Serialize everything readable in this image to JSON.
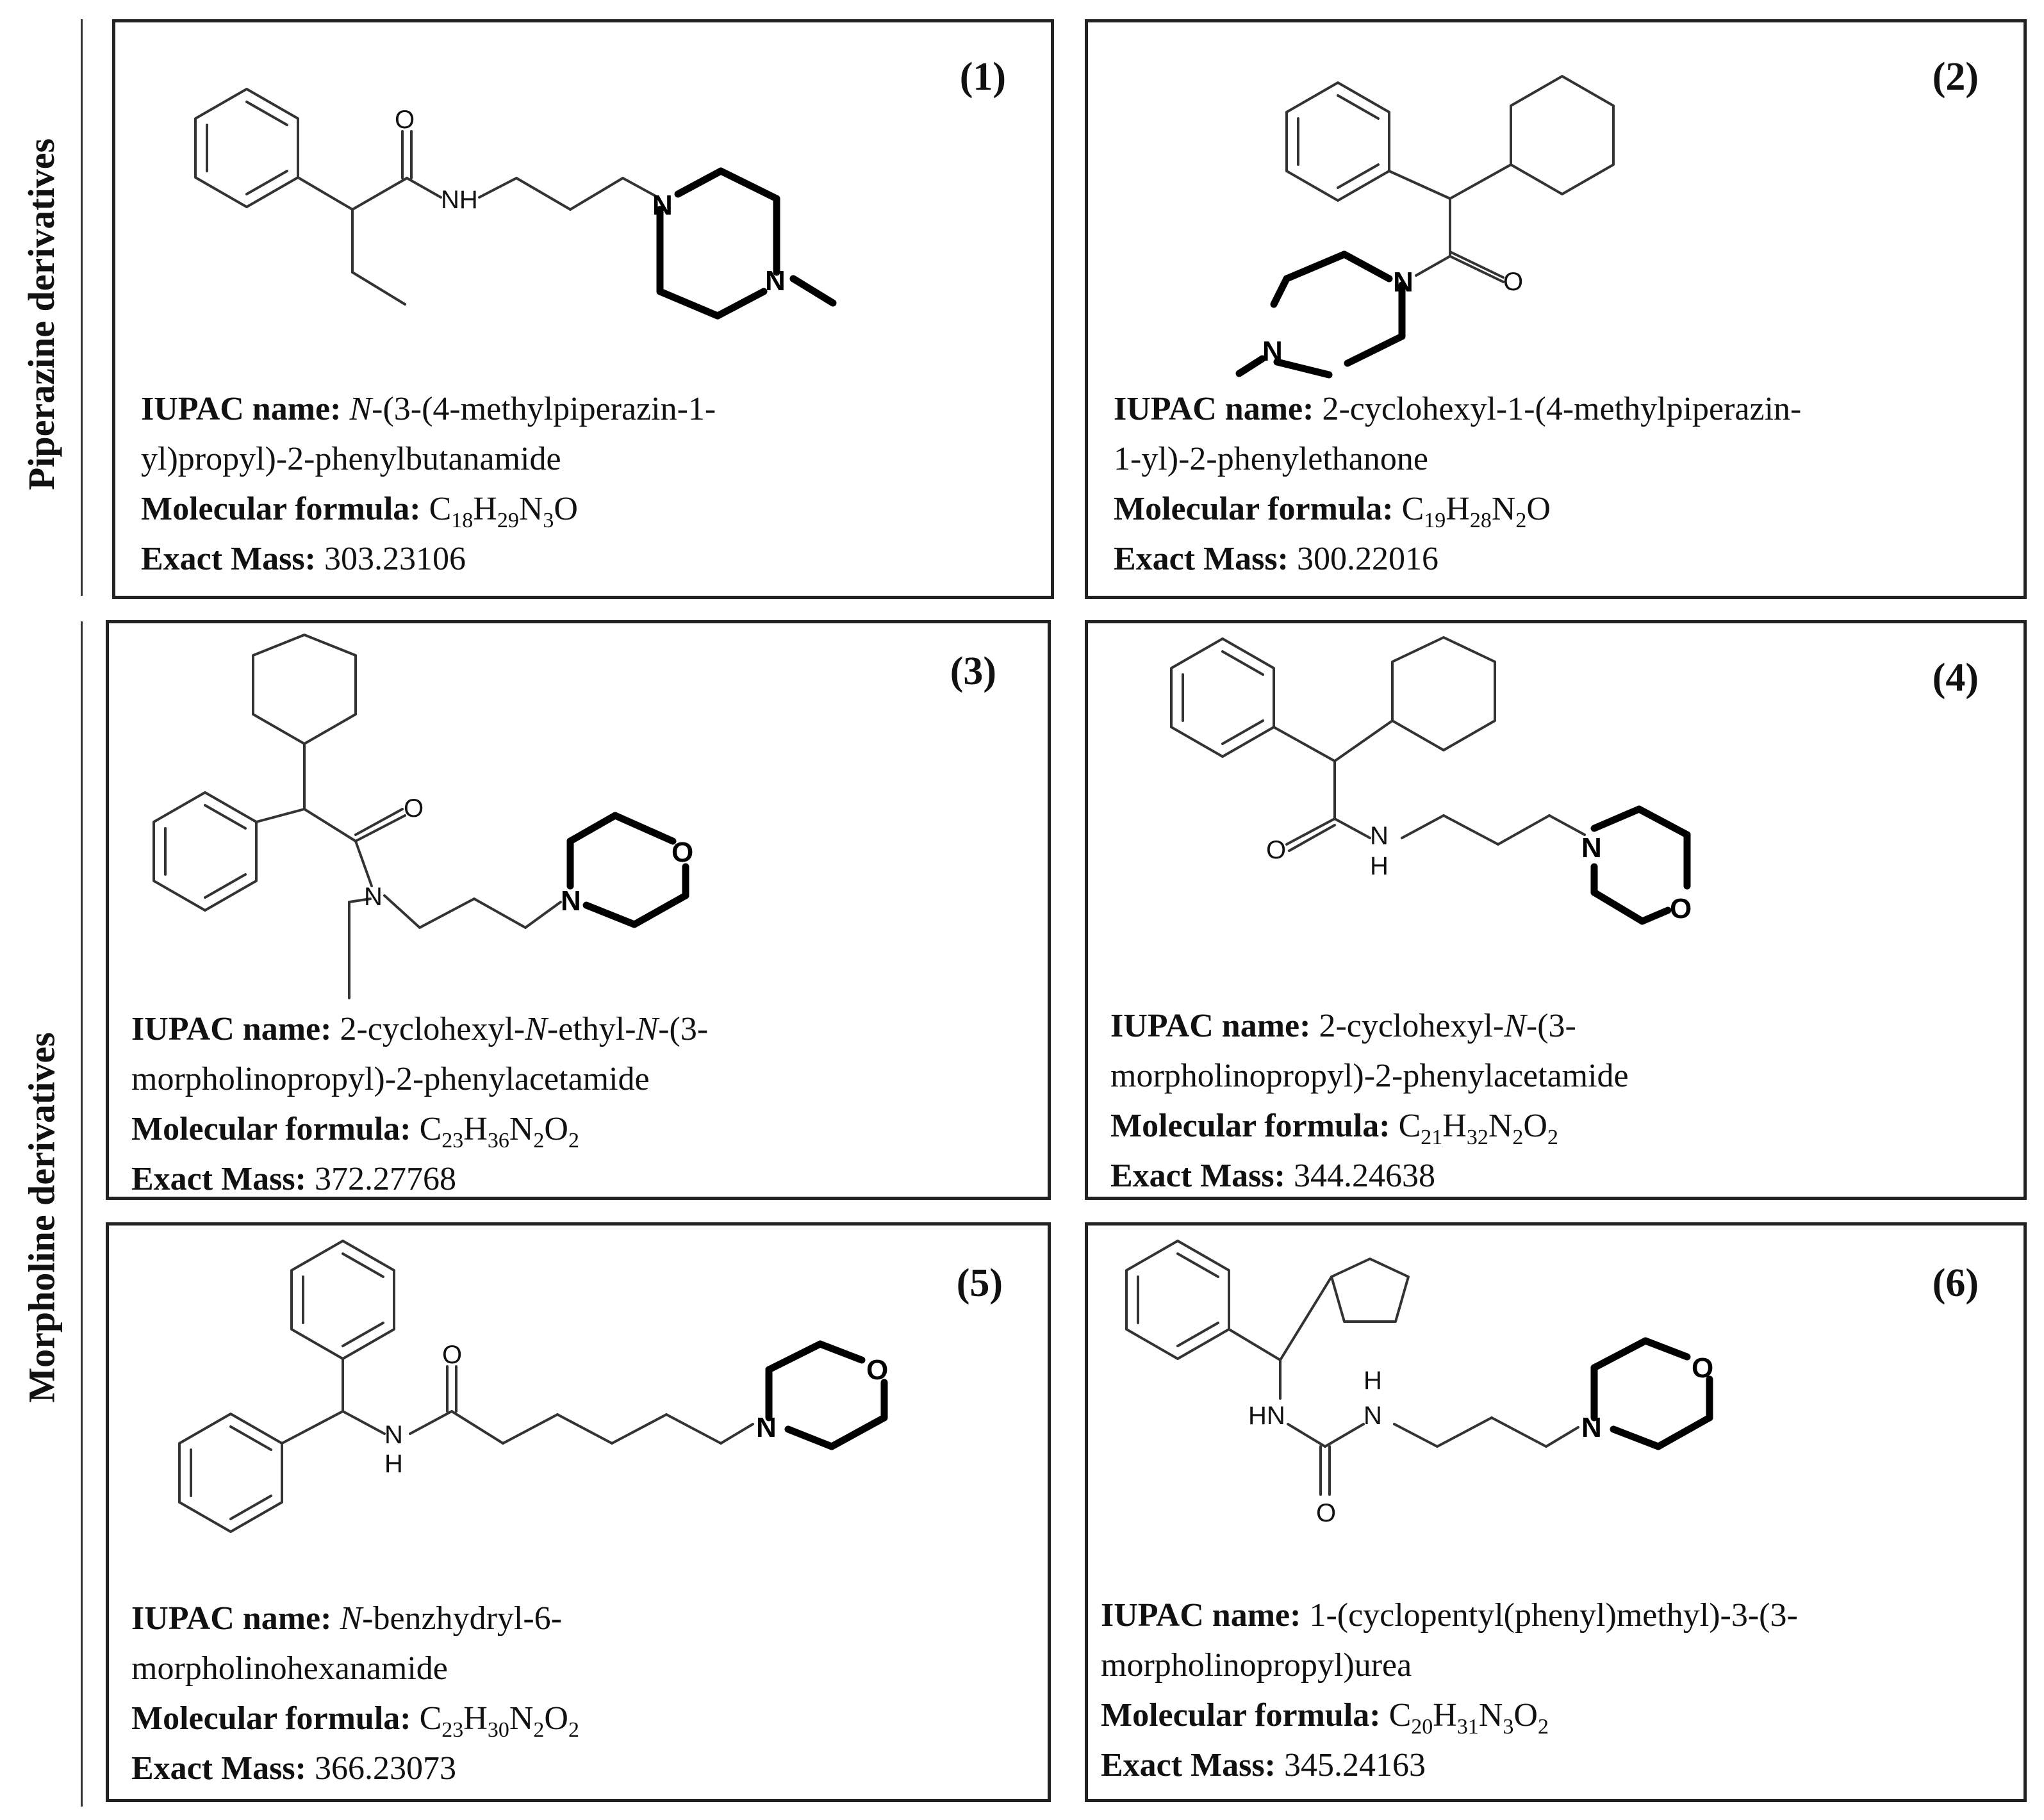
{
  "sections": {
    "piperazine": "Piperazine derivatives",
    "morpholine": "Morpholine derivatives"
  },
  "labels": {
    "iupac": "IUPAC name:",
    "formula": "Molecular formula:",
    "mass": "Exact Mass:"
  },
  "compounds": [
    {
      "number": "(1)",
      "name_lines": [
        [
          "",
          "N",
          "-(3-(4-methylpiperazin-1-"
        ],
        [
          "yl)propyl)-2-phenylbutanamide",
          "",
          ""
        ]
      ],
      "formula": [
        [
          "C",
          "18"
        ],
        [
          "H",
          "29"
        ],
        [
          "N",
          "3"
        ],
        [
          "O",
          ""
        ]
      ],
      "mass": "303.23106"
    },
    {
      "number": "(2)",
      "name_lines": [
        [
          "2-cyclohexyl-1-(4-methylpiperazin-",
          "",
          ""
        ],
        [
          "1-yl)-2-phenylethanone",
          "",
          ""
        ]
      ],
      "formula": [
        [
          "C",
          "19"
        ],
        [
          "H",
          "28"
        ],
        [
          "N",
          "2"
        ],
        [
          "O",
          ""
        ]
      ],
      "mass": "300.22016"
    },
    {
      "number": "(3)",
      "name_lines": [
        [
          "2-cyclohexyl-",
          "N",
          "-ethyl-"
        ],
        [
          "",
          "N",
          "-(3-"
        ],
        [
          "morpholinopropyl)-2-phenylacetamide",
          "",
          ""
        ]
      ],
      "formula": [
        [
          "C",
          "23"
        ],
        [
          "H",
          "36"
        ],
        [
          "N",
          "2"
        ],
        [
          "O",
          "2"
        ]
      ],
      "mass": "372.27768"
    },
    {
      "number": "(4)",
      "name_lines": [
        [
          "2-cyclohexyl-",
          "N",
          "-(3-"
        ],
        [
          "morpholinopropyl)-2-phenylacetamide",
          "",
          ""
        ]
      ],
      "formula": [
        [
          "C",
          "21"
        ],
        [
          "H",
          "32"
        ],
        [
          "N",
          "2"
        ],
        [
          "O",
          "2"
        ]
      ],
      "mass": "344.24638"
    },
    {
      "number": "(5)",
      "name_lines": [
        [
          "",
          "N",
          "-benzhydryl-6-"
        ],
        [
          "morpholinohexanamide",
          "",
          ""
        ]
      ],
      "formula": [
        [
          "C",
          "23"
        ],
        [
          "H",
          "30"
        ],
        [
          "N",
          "2"
        ],
        [
          "O",
          "2"
        ]
      ],
      "mass": "366.23073"
    },
    {
      "number": "(6)",
      "name_lines": [
        [
          "1-(cyclopentyl(phenyl)methyl)-3-(3-",
          "",
          ""
        ],
        [
          "morpholinopropyl)urea",
          "",
          ""
        ]
      ],
      "formula": [
        [
          "C",
          "20"
        ],
        [
          "H",
          "31"
        ],
        [
          "N",
          "3"
        ],
        [
          "O",
          "2"
        ]
      ],
      "mass": "345.24163"
    }
  ],
  "atoms": {
    "oxygen": "O",
    "nitrogen": "N",
    "amide_nh": "NH",
    "hydrogen": "H",
    "hn": "HN"
  }
}
